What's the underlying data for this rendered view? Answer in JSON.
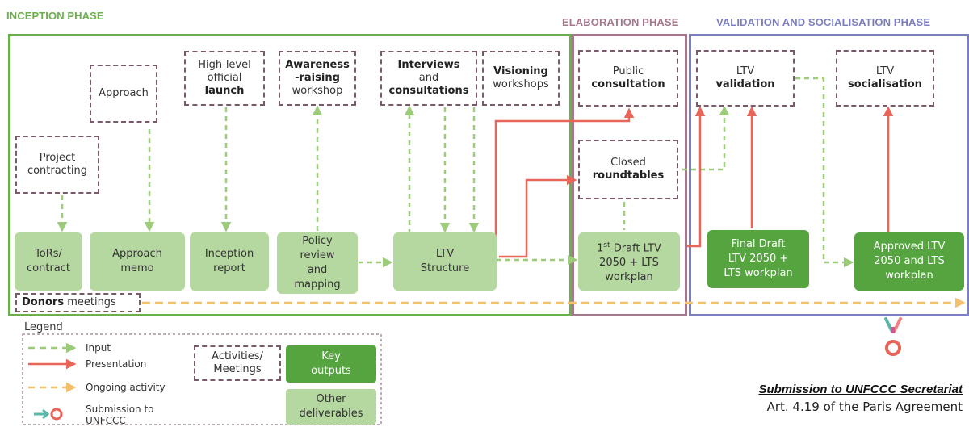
{
  "phases": {
    "inception": "INCEPTION PHASE",
    "elaboration": "ELABORATION PHASE",
    "validation": "VALIDATION AND SOCIALISATION PHASE"
  },
  "activities": {
    "approach": "Approach",
    "high_level_1": "High-level",
    "high_level_2": "official",
    "high_level_3": "launch",
    "awareness_1": "Awareness",
    "awareness_2": "-raising",
    "awareness_3": "workshop",
    "interviews_1": "Interviews",
    "interviews_2": "and",
    "interviews_3": "consultations",
    "visioning_1": "Visioning",
    "visioning_2": "workshops",
    "project_1": "Project",
    "project_2": "contracting",
    "public_1": "Public",
    "public_2": "consultation",
    "closed_1": "Closed",
    "closed_2": "roundtables",
    "ltv_val_1": "LTV",
    "ltv_val_2": "validation",
    "ltv_soc_1": "LTV",
    "ltv_soc_2": "socialisation"
  },
  "deliverables": {
    "tors_1": "ToRs/",
    "tors_2": "contract",
    "memo_1": "Approach",
    "memo_2": "memo",
    "inception_1": "Inception",
    "inception_2": "report",
    "policy_1": "Policy",
    "policy_2": "review",
    "policy_3": "and",
    "policy_4": "mapping",
    "structure_1": "LTV",
    "structure_2": "Structure",
    "draft_sup": "st",
    "draft_1": "1",
    "draft_1b": " Draft LTV",
    "draft_2": "2050 + LTS",
    "draft_3": "workplan",
    "final_1": "Final Draft",
    "final_2": "LTV 2050 +",
    "final_3": "LTS workplan",
    "approved_1": "Approved LTV",
    "approved_2": "2050 and LTS",
    "approved_3": "workplan"
  },
  "donors": {
    "bold": "Donors",
    "rest": " meetings"
  },
  "legend": {
    "title": "Legend",
    "input": "Input",
    "presentation": "Presentation",
    "ongoing": "Ongoing activity",
    "submission_1": "Submission to",
    "submission_2": "UNFCCC",
    "activities_1": "Activities/",
    "activities_2": "Meetings",
    "key_1": "Key",
    "key_2": "outputs",
    "other_1": "Other",
    "other_2": "deliverables"
  },
  "submission": {
    "title": "Submission to UNFCCC Secretariat",
    "subtitle": "Art. 4.19 of the Paris Agreement"
  },
  "colors": {
    "inception": "#6ab04c",
    "elaboration": "#a5778a",
    "validation": "#7b7fbf",
    "input_arrow": "#9ccc7a",
    "presentation_arrow": "#e8655a",
    "ongoing_arrow": "#f5c06a",
    "deliverable": "#b5d7a0",
    "key_output": "#55a43f"
  }
}
